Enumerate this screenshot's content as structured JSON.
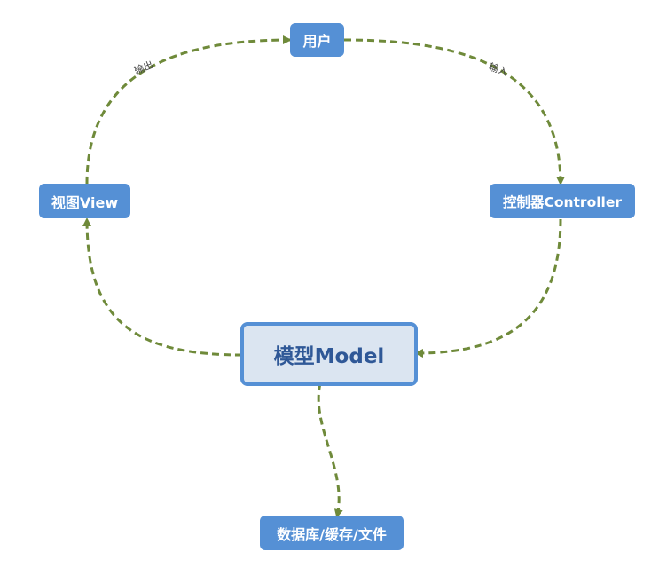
{
  "nodes": {
    "user": "用户",
    "controller": "控制器Controller",
    "view": "视图View",
    "model": "模型Model",
    "storage": "数据库/缓存/文件"
  },
  "edges": {
    "output": "输出",
    "input": "输入"
  },
  "colors": {
    "node_fill": "#5590d5",
    "model_fill": "#dbe5f1",
    "model_text": "#2f5897",
    "connector": "#6f8a3a"
  }
}
